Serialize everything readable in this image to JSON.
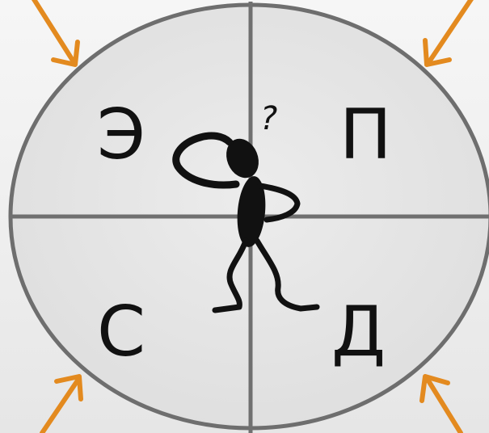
{
  "quadrants": {
    "top_left": "Э",
    "top_right": "П",
    "bottom_left": "С",
    "bottom_right": "Д"
  },
  "figure": {
    "thought_symbol": "?"
  },
  "colors": {
    "background": "#eeeeee",
    "circle_fill": "#e4e4e4",
    "circle_stroke": "#6e6e6e",
    "arrow": "#e38a1f",
    "text": "#111111",
    "figure": "#111111"
  }
}
